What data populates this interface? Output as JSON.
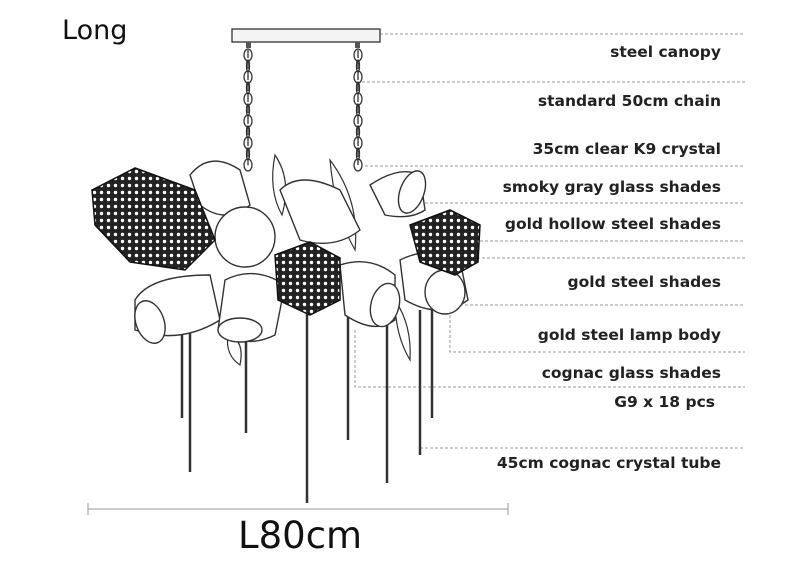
{
  "title": "Long",
  "dimension": "L80cm",
  "labels": [
    "steel canopy",
    "standard 50cm chain",
    "35cm clear K9 crystal",
    "smoky gray glass shades",
    "gold hollow steel shades",
    "gold steel shades",
    "gold steel lamp body",
    "cognac glass shades",
    "G9 x 18 pcs",
    "45cm cognac crystal tube"
  ]
}
